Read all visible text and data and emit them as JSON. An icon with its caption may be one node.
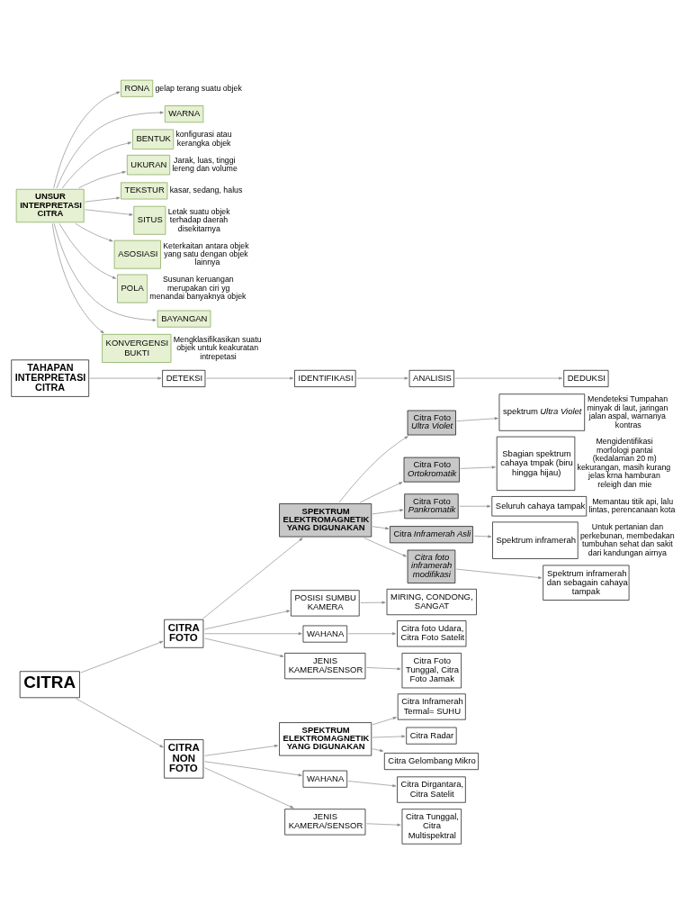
{
  "diagram": {
    "nodes": [
      {
        "text": [
          "CITRA"
        ]
      },
      {
        "text": [
          "CITRA FOTO"
        ]
      },
      {
        "text": [
          "SPEKTRUM ELEKTROMAGNETIK YANG DIGUNAKAN"
        ]
      },
      {
        "text": [
          "Citra Foto *Ultra Violet*"
        ]
      },
      {
        "text": [
          "Citra Foto *Ortokromatik*"
        ]
      },
      {
        "text": [
          "Citra Foto *Pankromatik*"
        ]
      },
      {
        "text": [
          "Citra *Inframerah Asli*"
        ]
      },
      {
        "text": [
          "Citra foto inframerah modifikasi"
        ]
      },
      {
        "text": [
          "spektrum *Ultra Violet*"
        ],
        "beside": [
          "Mendeteksi Tumpahan minyak di laut, jaringan jalan aspal, warnanya kontras"
        ]
      },
      {
        "text": [
          "Sbagian spektrum cahaya tmpak (biru hingga hijau)"
        ],
        "beside": [
          "Mengidentifikasi morfologi pantai (kedalaman 20 m) kekurangan, masih kurang jelas krna hamburan releigh dan mie"
        ]
      },
      {
        "text": [
          "Seluruh cahaya tampak"
        ],
        "beside": [
          "Memantau titik api, lalu lintas, perencanaan kota"
        ]
      },
      {
        "text": [
          "Spektrum inframerah"
        ],
        "beside": [
          "Untuk pertanian dan perkebunan, membedakan tumbuhan sehat dan sakit dari kandungan airnya"
        ]
      },
      {
        "text": [
          "Spektrum inframerah dan sebagain cahaya tampak"
        ]
      },
      {
        "text": [
          "POSISI SUMBU KAMERA"
        ]
      },
      {
        "text": [
          "MIRING, CONDONG, SANGAT"
        ]
      },
      {
        "text": [
          "WAHANA"
        ]
      },
      {
        "text": [
          "Citra foto Udara, Citra Foto Satelit"
        ]
      },
      {
        "text": [
          "JENIS KAMERA/SENSOR"
        ]
      },
      {
        "text": [
          "Citra Foto Tunggal, Citra Foto Jamak"
        ]
      },
      {
        "text": [
          "CITRA NON FOTO"
        ]
      },
      {
        "text": [
          "SPEKTRUM ELEKTROMAGNETIK YANG DIGUNAKAN"
        ]
      },
      {
        "text": [
          "Citra Inframerah Termal= SUHU"
        ]
      },
      {
        "text": [
          "Citra Radar"
        ]
      },
      {
        "text": [
          "Citra Gelombang Mikro"
        ]
      },
      {
        "text": [
          "WAHANA"
        ]
      },
      {
        "text": [
          "Citra Dirgantara, Citra Satelit"
        ]
      },
      {
        "text": [
          "JENIS KAMERA/SENSOR"
        ]
      },
      {
        "text": [
          "Citra Tunggal, Citra Multispektral"
        ]
      },
      {
        "text": [
          "TAHAPAN INTERPRETASI CITRA"
        ]
      },
      {
        "text": [
          "DETEKSI"
        ]
      },
      {
        "text": [
          "IDENTIFIKASI"
        ]
      },
      {
        "text": [
          "ANALISIS"
        ]
      },
      {
        "text": [
          "DEDUKSI"
        ]
      },
      {
        "text": [
          "UNSUR INTERPRETASI CITRA"
        ]
      },
      {
        "text": [
          "RONA"
        ],
        "beside": [
          "gelap terang suatu objek"
        ]
      },
      {
        "text": [
          "WARNA"
        ]
      },
      {
        "text": [
          "BENTUK"
        ],
        "beside": [
          "konfigurasi atau kerangka objek"
        ]
      },
      {
        "text": [
          "UKURAN"
        ],
        "beside": [
          "Jarak, luas, tinggi lereng dan volume"
        ]
      },
      {
        "text": [
          "TEKSTUR"
        ],
        "beside": [
          "kasar, sedang, halus"
        ]
      },
      {
        "text": [
          "SITUS"
        ],
        "beside": [
          "Letak suatu objek terhadap daerah disekitarnya"
        ]
      },
      {
        "text": [
          "ASOSIASI"
        ],
        "beside": [
          "Keterkaitan antara objek yang satu dengan objek lainnya"
        ]
      },
      {
        "text": [
          "POLA"
        ],
        "beside": [
          "Susunan keruangan merupakan ciri yg menandai banyaknya objek"
        ]
      },
      {
        "text": [
          "BAYANGAN"
        ]
      },
      {
        "text": [
          "KONVERGENSI BUKTI"
        ],
        "beside": [
          "Mengklasifikasikan suatu objek untuk keakuratan intrepetasi"
        ]
      }
    ],
    "edges": [
      {
        "from": 0,
        "to": 1,
        "arrow": "to"
      },
      {
        "from": 0,
        "to": 19,
        "arrow": "to"
      },
      {
        "from": 1,
        "to": 2,
        "arrow": "to"
      },
      {
        "from": 1,
        "to": 13,
        "arrow": "to"
      },
      {
        "from": 1,
        "to": 15,
        "arrow": "to"
      },
      {
        "from": 1,
        "to": 17,
        "arrow": "to"
      },
      {
        "from": 2,
        "to": 3,
        "arrow": "to"
      },
      {
        "from": 2,
        "to": 4,
        "arrow": "to"
      },
      {
        "from": 2,
        "to": 5,
        "arrow": "to"
      },
      {
        "from": 2,
        "to": 6,
        "arrow": "to"
      },
      {
        "from": 2,
        "to": 7,
        "arrow": "to"
      },
      {
        "from": 3,
        "to": 8,
        "arrow": "to"
      },
      {
        "from": 4,
        "to": 9,
        "arrow": "to"
      },
      {
        "from": 5,
        "to": 10,
        "arrow": "to"
      },
      {
        "from": 6,
        "to": 11,
        "arrow": "to"
      },
      {
        "from": 7,
        "to": 12,
        "arrow": "to"
      },
      {
        "from": 13,
        "to": 14,
        "arrow": "to"
      },
      {
        "from": 15,
        "to": 16,
        "arrow": "to"
      },
      {
        "from": 17,
        "to": 18,
        "arrow": "to"
      },
      {
        "from": 19,
        "to": 20,
        "arrow": "to"
      },
      {
        "from": 19,
        "to": 24,
        "arrow": "to"
      },
      {
        "from": 19,
        "to": 26,
        "arrow": "to"
      },
      {
        "from": 20,
        "to": 21,
        "arrow": "to"
      },
      {
        "from": 20,
        "to": 22,
        "arrow": "to"
      },
      {
        "from": 20,
        "to": 23,
        "arrow": "to"
      },
      {
        "from": 24,
        "to": 25,
        "arrow": "to"
      },
      {
        "from": 26,
        "to": 27,
        "arrow": "to"
      },
      {
        "from": 28,
        "to": 29,
        "arrow": "to"
      },
      {
        "from": 29,
        "to": 30,
        "arrow": "to"
      },
      {
        "from": 30,
        "to": 31,
        "arrow": "to"
      },
      {
        "from": 31,
        "to": 32,
        "arrow": "to"
      },
      {
        "from": 33,
        "to": 34,
        "arrow": "to"
      },
      {
        "from": 33,
        "to": 35,
        "arrow": "to"
      },
      {
        "from": 33,
        "to": 36,
        "arrow": "to"
      },
      {
        "from": 33,
        "to": 37,
        "arrow": "to"
      },
      {
        "from": 33,
        "to": 38,
        "arrow": "to"
      },
      {
        "from": 33,
        "to": 39,
        "arrow": "to"
      },
      {
        "from": 33,
        "to": 40,
        "arrow": "to"
      },
      {
        "from": 33,
        "to": 41,
        "arrow": "to"
      },
      {
        "from": 33,
        "to": 42,
        "arrow": "to"
      },
      {
        "from": 33,
        "to": 43,
        "arrow": "to"
      }
    ]
  }
}
